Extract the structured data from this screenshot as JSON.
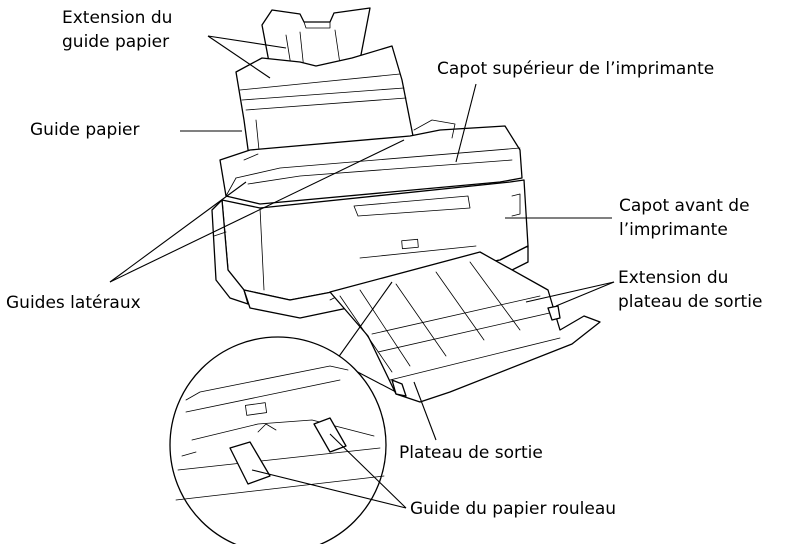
{
  "labels": {
    "paper_guide_extension": [
      "Extension du",
      "guide papier"
    ],
    "paper_guide": "Guide papier",
    "top_cover": "Capot supérieur de l’imprimante",
    "front_cover": [
      "Capot avant de",
      "l’imprimante"
    ],
    "edge_guides": "Guides latéraux",
    "output_tray_extension": [
      "Extension du",
      "plateau de sortie"
    ],
    "output_tray": "Plateau de sortie",
    "roll_paper_guide": "Guide du papier rouleau"
  }
}
